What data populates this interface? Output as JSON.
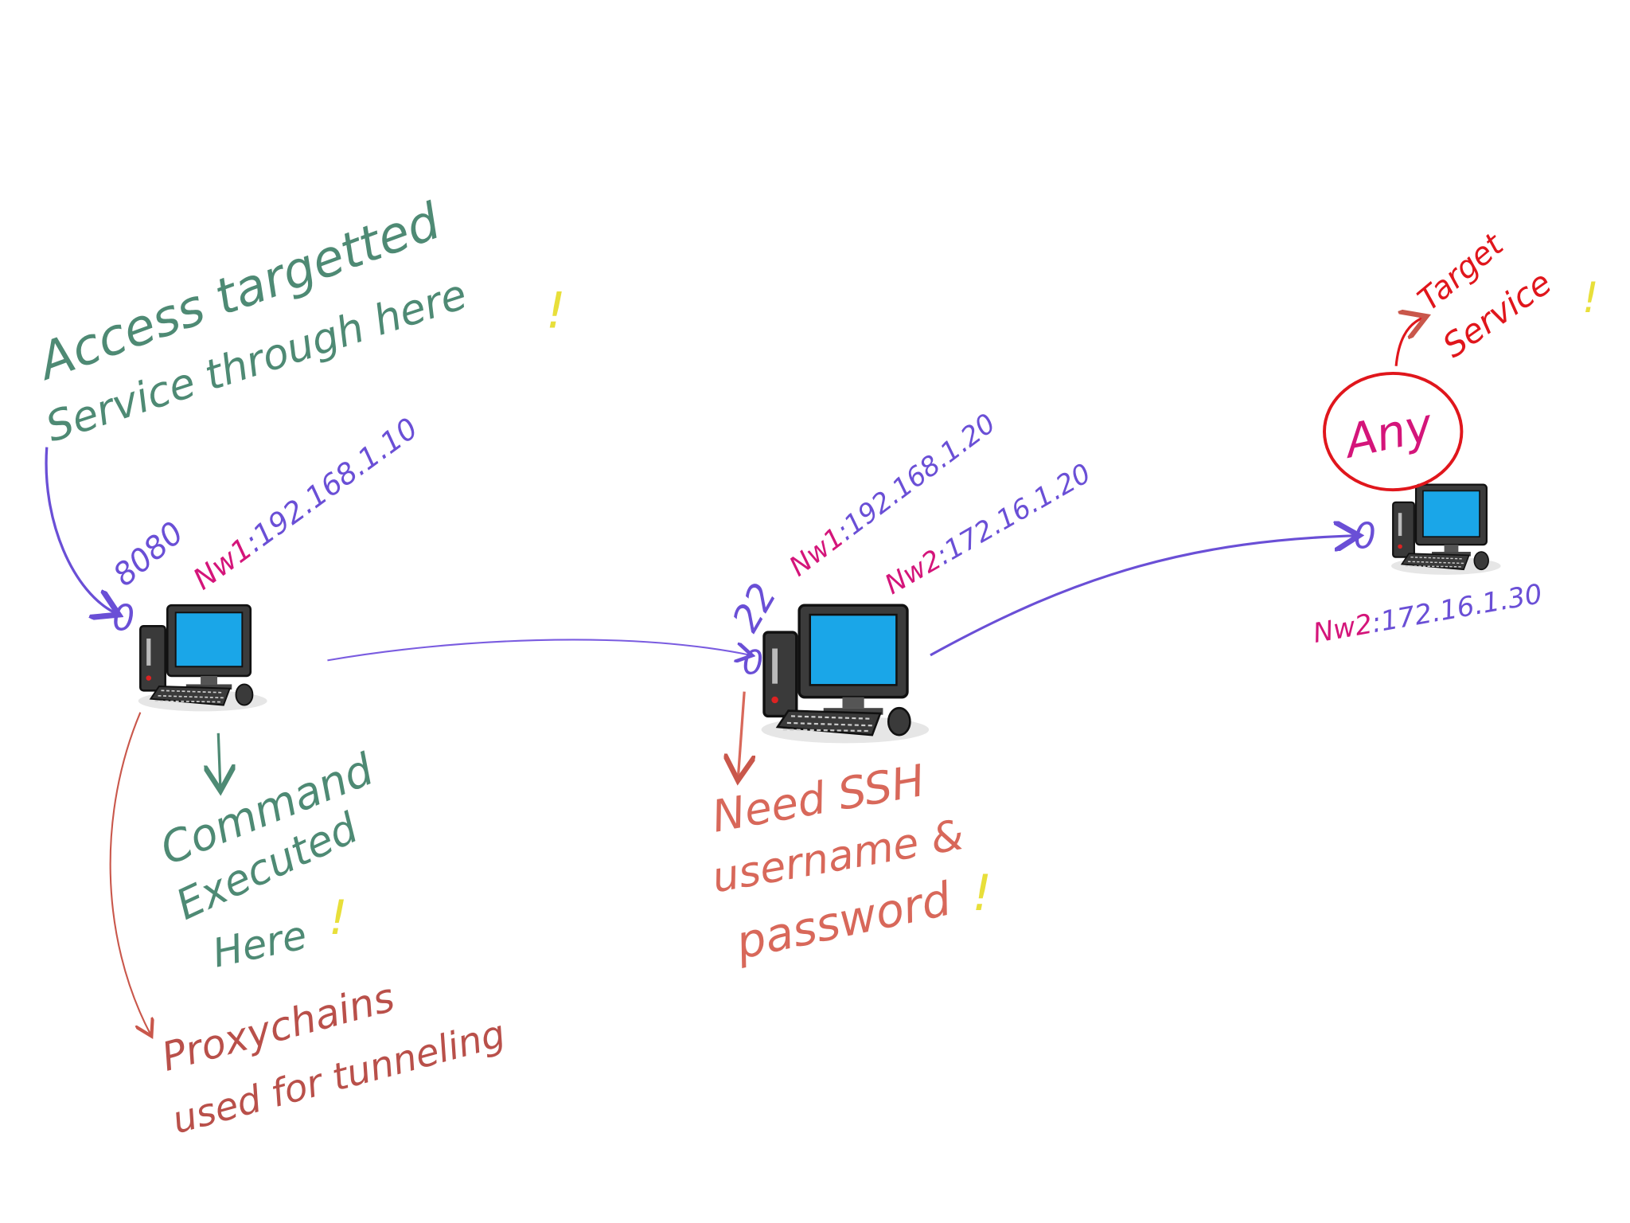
{
  "colors": {
    "green_note": "#4e8a74",
    "purple_ip": "#6a4fd6",
    "magenta_label": "#d4157a",
    "salmon_note": "#d8685a",
    "brick_note": "#b9504a",
    "red_circle": "#e0161c",
    "exclamation": "#e8df3a",
    "screen_blue": "#1aa6e8"
  },
  "hosts": [
    {
      "port": "8080",
      "nw_label_1": "Nw1",
      "ip_1": ":192.168.1.10"
    },
    {
      "port": "22",
      "nw_label_1": "Nw1",
      "ip_1": ":192.168.1.20",
      "nw_label_2": "Nw2",
      "ip_2": ":172.16.1.20"
    },
    {
      "port": "0",
      "nw_label_2": "Nw2",
      "ip_2": ":172.16.1.30",
      "service": "Any"
    }
  ],
  "notes": {
    "access_line1": "Access targetted",
    "access_line2": "Service through here",
    "command_line1": "Command",
    "command_line2": "Executed",
    "command_line3": "Here",
    "ssh_line1": "Need SSH",
    "ssh_line2": "username &",
    "ssh_line3": "password",
    "proxy_line1": "Proxychains",
    "proxy_line2": "used for tunneling",
    "target_line1": "Target",
    "target_line2": "Service",
    "exclaim": "!"
  }
}
